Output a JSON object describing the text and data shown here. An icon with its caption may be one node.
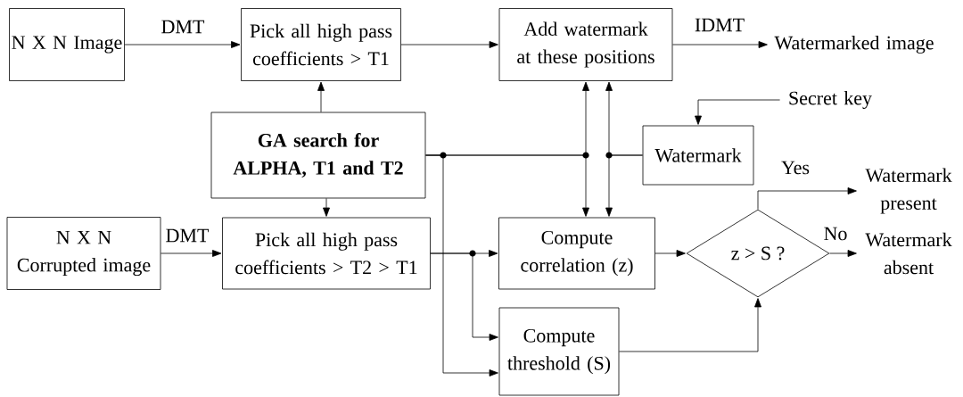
{
  "diagram": {
    "nodes": [
      {
        "text": [
          "N X N Image"
        ]
      },
      {
        "text": [
          "Pick all high pass coefficients > T1"
        ]
      },
      {
        "text": [
          "Add watermark at these positions"
        ]
      },
      {
        "text": [
          "Watermarked image"
        ]
      },
      {
        "text": [
          "GA search for ALPHA, T1 and T2"
        ]
      },
      {
        "text": [
          "Secret key"
        ]
      },
      {
        "text": [
          "Watermark"
        ]
      },
      {
        "text": [
          "N X N Corrupted image"
        ]
      },
      {
        "text": [
          "Pick all high pass coefficients > T2 > T1"
        ]
      },
      {
        "text": [
          "Compute correlation (z)"
        ]
      },
      {
        "text": [
          "z > S ?"
        ]
      },
      {
        "text": [
          "Watermark present"
        ]
      },
      {
        "text": [
          "Watermark absent"
        ]
      },
      {
        "text": [
          "Compute threshold (S)"
        ]
      }
    ],
    "edges": [
      {
        "from": 0,
        "to": 1,
        "arrow": "to",
        "label": "DMT"
      },
      {
        "from": 1,
        "to": 2,
        "arrow": "to"
      },
      {
        "from": 2,
        "to": 3,
        "arrow": "to",
        "label": "IDMT"
      },
      {
        "from": 4,
        "to": 1,
        "arrow": "to"
      },
      {
        "from": 4,
        "to": 8,
        "arrow": "to"
      },
      {
        "from": 4,
        "to": 2,
        "arrow": "to"
      },
      {
        "from": 4,
        "to": 9,
        "arrow": "to"
      },
      {
        "from": 6,
        "to": 2,
        "arrow": "to"
      },
      {
        "from": 6,
        "to": 9,
        "arrow": "to"
      },
      {
        "from": 4,
        "to": 13,
        "arrow": "to"
      },
      {
        "from": 5,
        "to": 6,
        "arrow": "to"
      },
      {
        "from": 7,
        "to": 8,
        "arrow": "to",
        "label": "DMT"
      },
      {
        "from": 8,
        "to": 9,
        "arrow": "to"
      },
      {
        "from": 8,
        "to": 13,
        "arrow": "to"
      },
      {
        "from": 9,
        "to": 10,
        "arrow": "to"
      },
      {
        "from": 13,
        "to": 10,
        "arrow": "to"
      },
      {
        "from": 10,
        "to": 11,
        "arrow": "to",
        "label": "Yes"
      },
      {
        "from": 10,
        "to": 12,
        "arrow": "to",
        "label": "No"
      }
    ]
  }
}
